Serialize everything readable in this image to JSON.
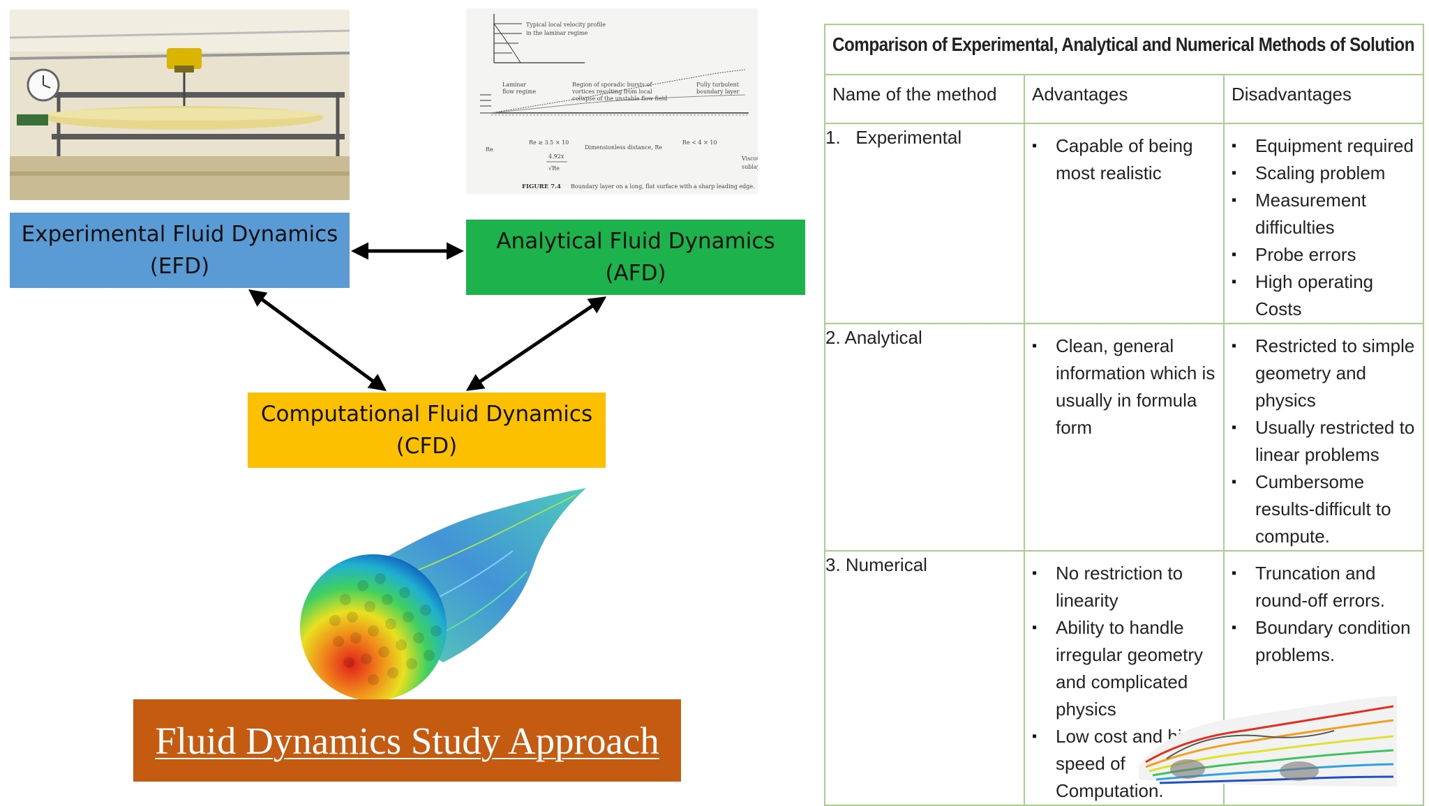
{
  "title": "Fluid Dynamics Study Approach",
  "boxes": {
    "efd": "Experimental Fluid Dynamics\n(EFD)",
    "afd": "Analytical Fluid Dynamics\n(AFD)",
    "cfd": "Computational Fluid Dynamics\n(CFD)"
  },
  "colors": {
    "efd": "#5b9bd5",
    "afd": "#1db24c",
    "cfd": "#fdc000",
    "title_banner": "#c55a11",
    "table_border": "#a8d08d"
  },
  "figure": {
    "profile_label_1": "Typical local velocity profile",
    "profile_label_2": "in the laminar regime",
    "laminar_1": "Laminar",
    "laminar_2": "flow regime",
    "region_1": "Region of sporadic bursts of",
    "region_2": "vortices resulting from local",
    "region_3": "collapse of the unstable flow field",
    "turbulent_1": "Fully turbulent",
    "turbulent_2": "boundary layer",
    "dimensionless": "Dimensionless distance, Re",
    "viscous_1": "Viscous",
    "viscous_2": "sublayer",
    "re_zero": "Re",
    "re_trans": "Re ≥ 3.5 × 10",
    "re_turb": "Re < 4 × 10",
    "delta_formula": "4.92x",
    "delta_den": "√Re",
    "caption_bold": "FIGURE 7.4",
    "caption": "Boundary layer on a long, flat surface with a sharp leading edge."
  },
  "table": {
    "caption": "Comparison of Experimental, Analytical and Numerical Methods of Solution",
    "headers": [
      "Name of the method",
      "Advantages",
      "Disadvantages"
    ],
    "rows": [
      {
        "name": "1.   Experimental",
        "advantages": [
          "Capable of being most realistic"
        ],
        "disadvantages": [
          "Equipment required",
          "Scaling problem",
          "Measurement difficulties",
          "Probe errors",
          "High operating Costs"
        ]
      },
      {
        "name": "2. Analytical",
        "advantages": [
          "Clean, general information which is usually in formula form"
        ],
        "disadvantages": [
          "Restricted to simple geometry and physics",
          "Usually restricted to linear problems",
          "Cumbersome results-difficult to compute."
        ]
      },
      {
        "name": "3. Numerical",
        "advantages": [
          "No restriction to linearity",
          "Ability to handle irregular geometry and complicated physics",
          "Low cost and high speed of Computation."
        ],
        "disadvantages": [
          "Truncation and round-off errors.",
          "Boundary condition problems."
        ]
      }
    ]
  }
}
